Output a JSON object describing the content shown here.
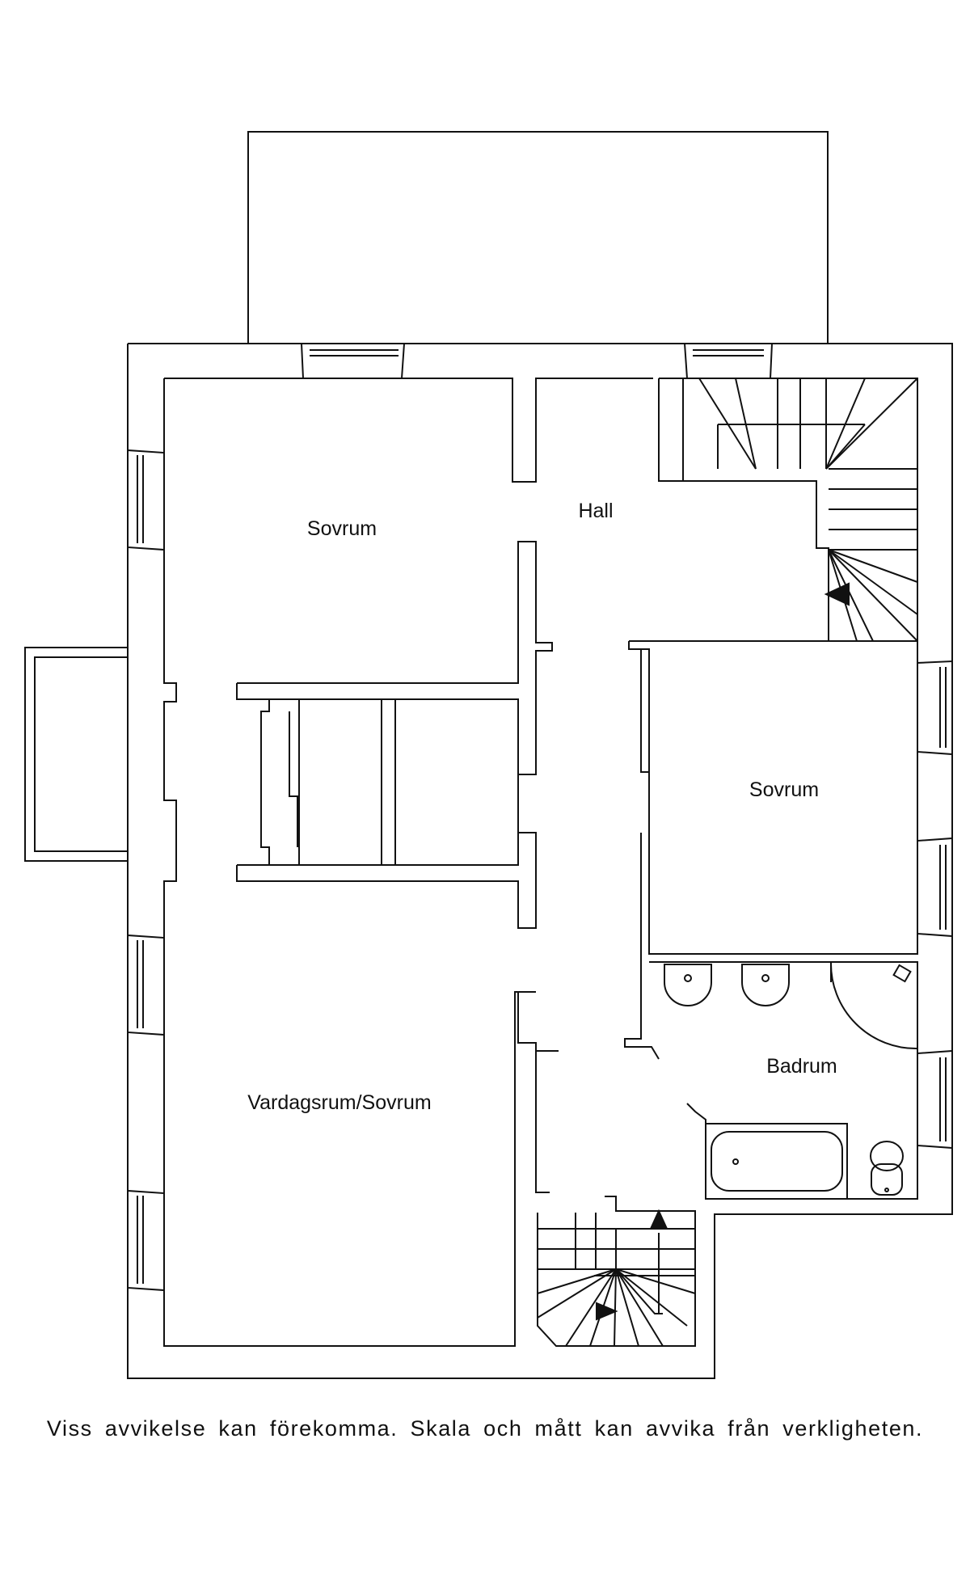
{
  "rooms": {
    "bedroom_top_left": "Sovrum",
    "hall": "Hall",
    "bedroom_right": "Sovrum",
    "bathroom": "Badrum",
    "living_bedroom": "Vardagsrum/Sovrum"
  },
  "disclaimer": "Viss avvikelse kan förekomma. Skala och mått kan avvika från verkligheten.",
  "colors": {
    "line": "#111111",
    "background": "#ffffff"
  }
}
